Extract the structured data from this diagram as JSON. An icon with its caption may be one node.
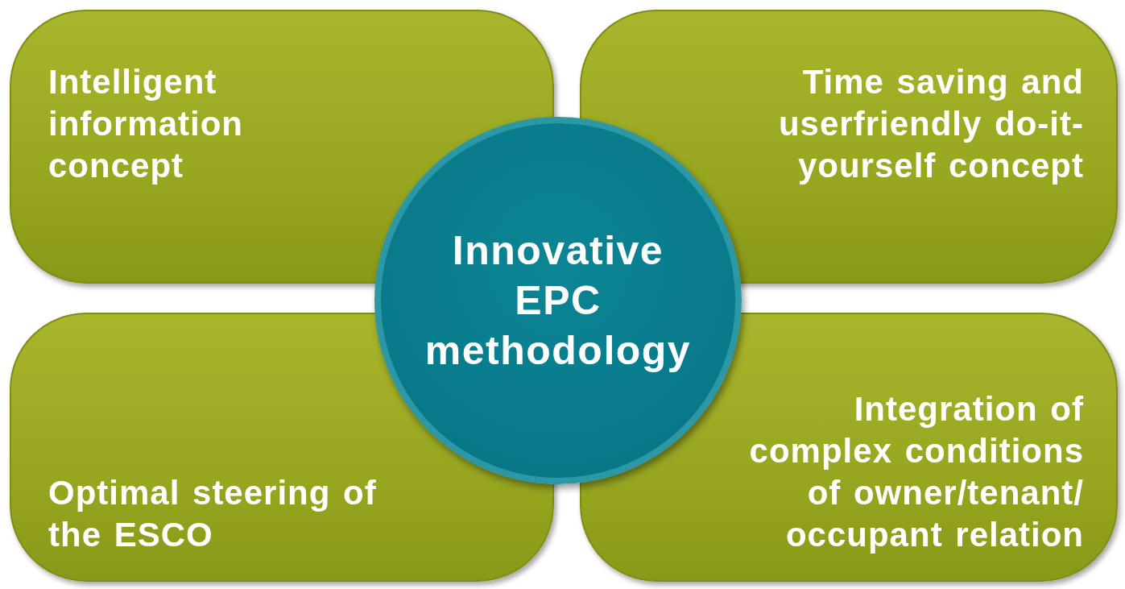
{
  "diagram": {
    "nodes": [
      {
        "text": [
          "Intelligent information concept"
        ]
      },
      {
        "text": [
          "Time saving and userfriendly do-it-yourself concept"
        ]
      },
      {
        "text": [
          "Innovative EPC methodology"
        ]
      },
      {
        "text": [
          "Optimal steering of the ESCO"
        ]
      },
      {
        "text": [
          "Integration of complex conditions of owner/tenant/ occupant relation"
        ]
      }
    ],
    "edges": []
  }
}
